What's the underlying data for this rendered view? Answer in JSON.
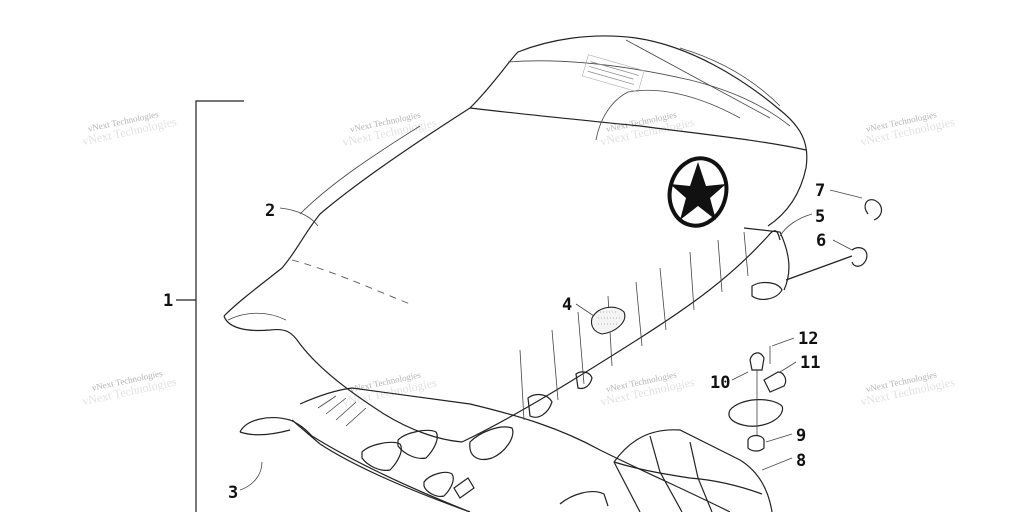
{
  "watermark": {
    "text": "vNext Technologies",
    "faint_text": "vNext Technologies"
  },
  "callouts": {
    "c1": "1",
    "c2": "2",
    "c3": "3",
    "c4": "4",
    "c5": "5",
    "c6": "6",
    "c7": "7",
    "c8": "8",
    "c9": "9",
    "c10": "10",
    "c11": "11",
    "c12": "12"
  },
  "colors": {
    "line": "#222222",
    "star": "#111111",
    "watermark": "#b4b4b4"
  }
}
